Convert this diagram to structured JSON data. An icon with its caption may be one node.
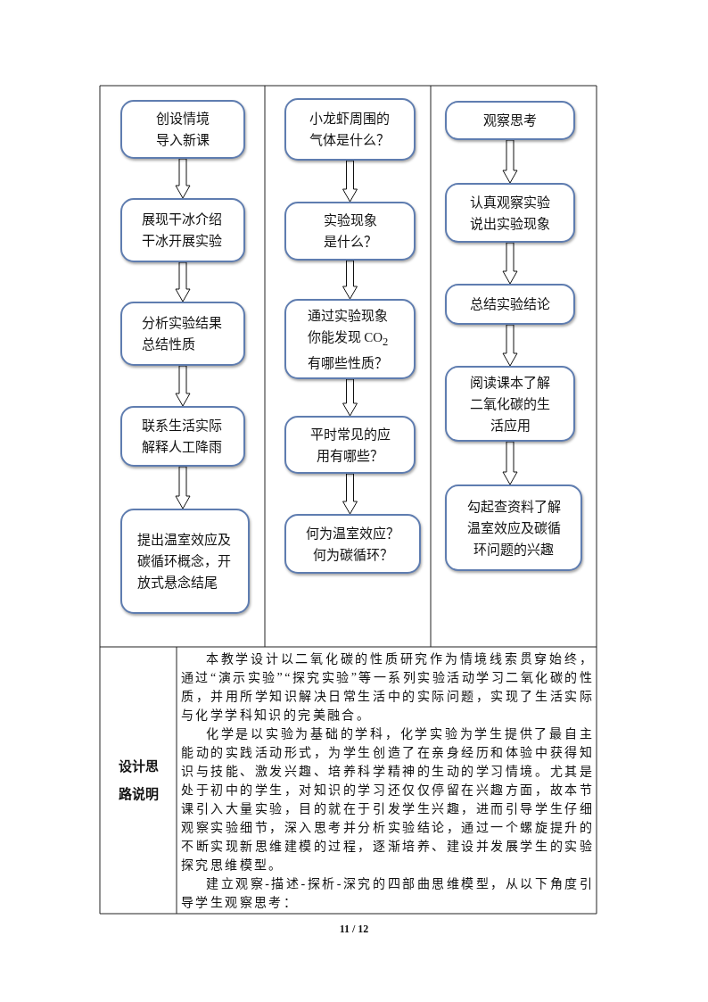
{
  "diagram": {
    "nodes": [
      {
        "text": [
          "创设情境导入新课"
        ]
      },
      {
        "text": [
          "展现干冰介绍干冰开展实验"
        ]
      },
      {
        "text": [
          "分析实验结果总结性质"
        ]
      },
      {
        "text": [
          "联系生活实际解释人工降雨"
        ]
      },
      {
        "text": [
          "提出温室效应及碳循环概念，开放式悬念结尾"
        ]
      },
      {
        "text": [
          "小龙虾周围的气体是什么？"
        ]
      },
      {
        "text": [
          "实验现象是什么？"
        ]
      },
      {
        "text": [
          "通过实验现象你能发现 CO$_{2}$有哪些性质？"
        ]
      },
      {
        "text": [
          "平时常见的应用有哪些？"
        ]
      },
      {
        "text": [
          "何为温室效应？何为碳循环？"
        ]
      },
      {
        "text": [
          "观察思考"
        ]
      },
      {
        "text": [
          "认真观察实验说出实验现象"
        ]
      },
      {
        "text": [
          "总结实验结论"
        ]
      },
      {
        "text": [
          "阅读课本了解二氧化碳的生活应用"
        ]
      },
      {
        "text": [
          "勾起查资料了解温室效应及碳循环问题的兴趣"
        ]
      }
    ],
    "edges": [
      {
        "from": 0,
        "to": 1,
        "arrow": "to"
      },
      {
        "from": 1,
        "to": 2,
        "arrow": "to"
      },
      {
        "from": 2,
        "to": 3,
        "arrow": "to"
      },
      {
        "from": 3,
        "to": 4,
        "arrow": "to"
      },
      {
        "from": 5,
        "to": 6,
        "arrow": "to"
      },
      {
        "from": 6,
        "to": 7,
        "arrow": "to"
      },
      {
        "from": 7,
        "to": 8,
        "arrow": "to"
      },
      {
        "from": 8,
        "to": 9,
        "arrow": "to"
      },
      {
        "from": 10,
        "to": 11,
        "arrow": "to"
      },
      {
        "from": 11,
        "to": 12,
        "arrow": "to"
      },
      {
        "from": 12,
        "to": 13,
        "arrow": "to"
      },
      {
        "from": 13,
        "to": 14,
        "arrow": "to"
      }
    ],
    "labels": [
      "设计思路说明",
      "本教学设计以二氧化碳的性质研究作为情境线索贯穿始终，通过“演示实验”“探究实验”等一系列实验活动学习二氧化碳的性质，并用所学知识解决日常生活中的实际问题，实现了生活实际与化学学科知识的完美融合。",
      "化学是以实验为基础的学科，化学实验为学生提供了最自主能动的实践活动形式，为学生创造了在亲身经历和体验中获得知识与技能、激发兴趣、培养科学精神的生动的学习情境。尤其是处于初中的学生，对知识的学习还仅仅停留在兴趣方面，故本节课引入大量实验，目的就在于引发学生兴趣，进而引导学生仔细观察实验细节，深入思考并分析实验结论，通过一个螺旋提升的不断实现新思维建模的过程，逐渐培养、建设并发展学生的实验探究思维模型。",
      "建立观察-描述-探析-深究的四部曲思维模型，从以下角度引导学生观察思考：",
      "11 / 12"
    ]
  }
}
